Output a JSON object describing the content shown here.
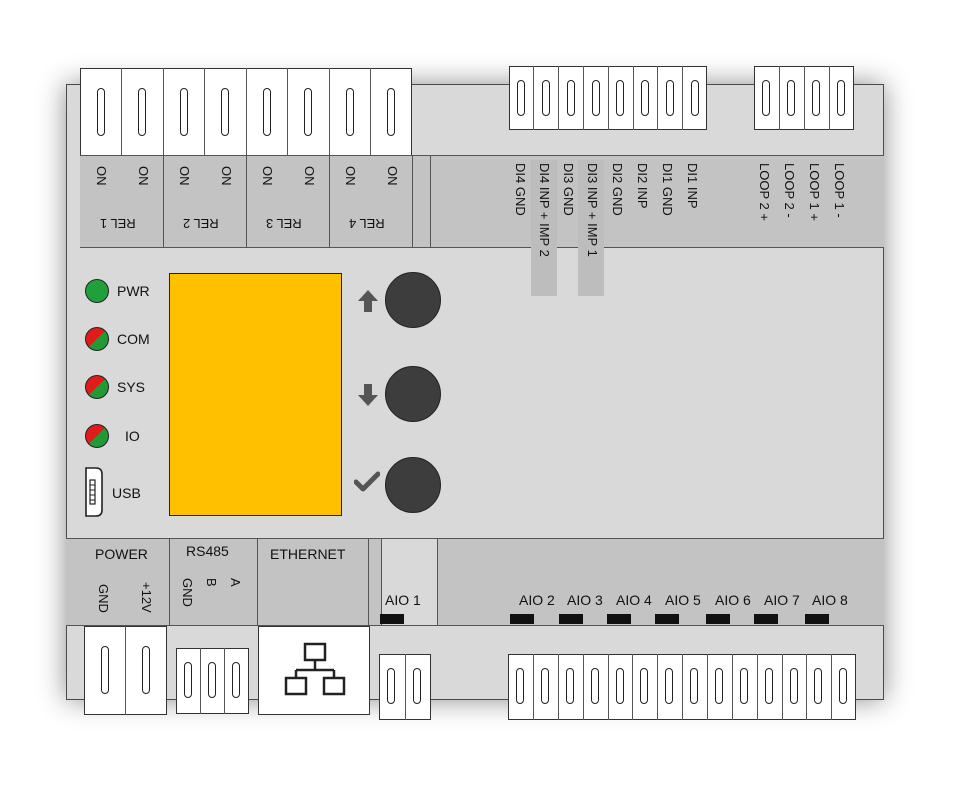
{
  "relays": [
    {
      "label": "REL 1",
      "contacts": [
        "ON",
        "ON"
      ]
    },
    {
      "label": "REL 2",
      "contacts": [
        "ON",
        "ON"
      ]
    },
    {
      "label": "REL 3",
      "contacts": [
        "ON",
        "ON"
      ]
    },
    {
      "label": "REL 4",
      "contacts": [
        "ON",
        "ON"
      ]
    }
  ],
  "digital_inputs": [
    "DI4 GND",
    "DI4 INP + IMP 2",
    "DI3 GND",
    "DI3 INP + IMP 1",
    "DI2 GND",
    "DI2 INP",
    "DI1 GND",
    "DI1 INP"
  ],
  "loops": [
    "LOOP 2 +",
    "LOOP 2 -",
    "LOOP 1 +",
    "LOOP 1 -"
  ],
  "leds": [
    {
      "label": "PWR",
      "color": "#1fa03a"
    },
    {
      "label": "COM",
      "color": "red-green"
    },
    {
      "label": "SYS",
      "color": "red-green"
    },
    {
      "label": "IO",
      "color": "red-green"
    }
  ],
  "usb_label": "USB",
  "display_color": "#ffc000",
  "buttons": [
    {
      "icon": "arrow-up-icon"
    },
    {
      "icon": "arrow-down-icon"
    },
    {
      "icon": "check-icon"
    }
  ],
  "power": {
    "title": "POWER",
    "pins": [
      "GND",
      "+12V"
    ]
  },
  "rs485": {
    "title": "RS485",
    "pins": [
      "GND",
      "B",
      "A"
    ]
  },
  "ethernet": {
    "title": "ETHERNET",
    "icon": "network-icon"
  },
  "aio": [
    "AIO 1",
    "AIO 2",
    "AIO 3",
    "AIO 4",
    "AIO 5",
    "AIO 6",
    "AIO 7",
    "AIO 8"
  ]
}
